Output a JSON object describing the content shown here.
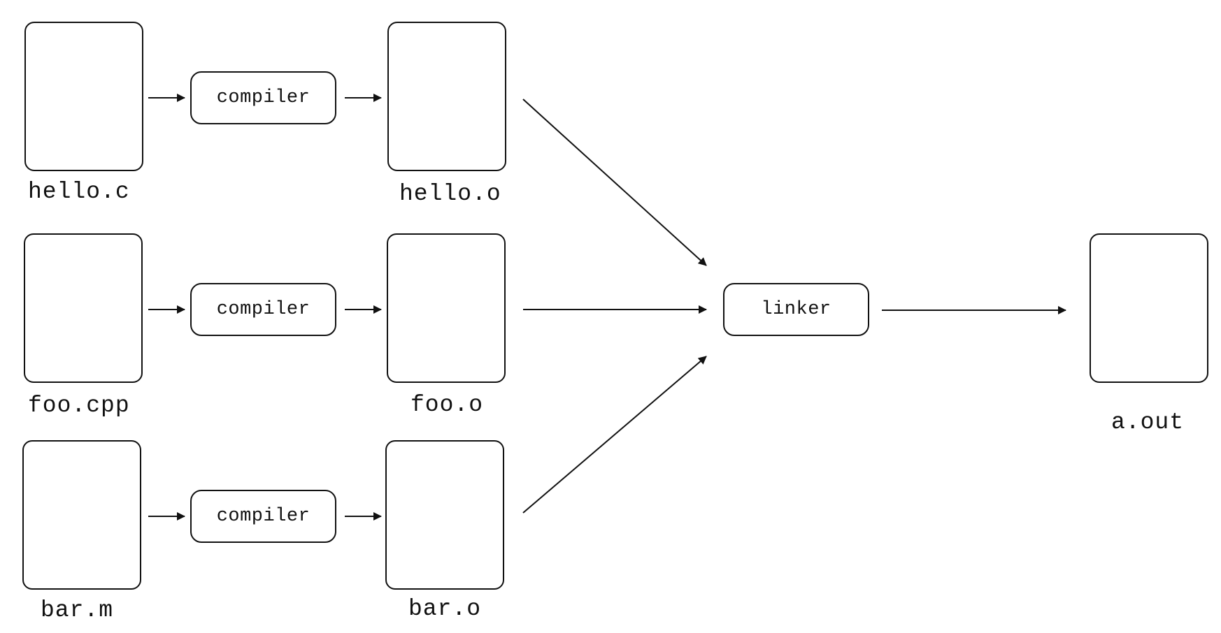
{
  "diagram": {
    "rows": [
      {
        "source": {
          "label": "hello.c"
        },
        "tool": {
          "label": "compiler"
        },
        "object": {
          "label": "hello.o"
        }
      },
      {
        "source": {
          "label": "foo.cpp"
        },
        "tool": {
          "label": "compiler"
        },
        "object": {
          "label": "foo.o"
        }
      },
      {
        "source": {
          "label": "bar.m"
        },
        "tool": {
          "label": "compiler"
        },
        "object": {
          "label": "bar.o"
        }
      }
    ],
    "linker": {
      "label": "linker"
    },
    "output": {
      "label": "a.out"
    },
    "colors": {
      "stroke": "#111111",
      "fill": "#ffffff"
    }
  }
}
